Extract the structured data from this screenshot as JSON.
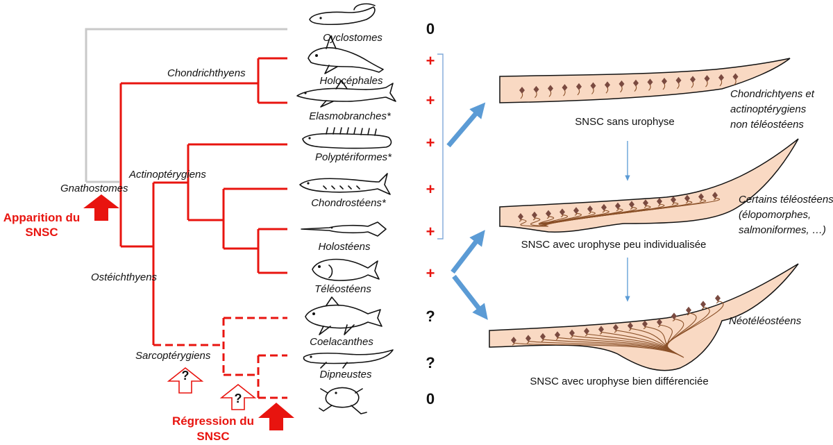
{
  "colors": {
    "red": "#e8140f",
    "grey": "#c9c9c9",
    "blue_arrow": "#5b9bd5",
    "tail_fill": "#f9d9c3",
    "fiber": "#8a5028",
    "neuron": "#7a4a40"
  },
  "tree": {
    "clades": {
      "gnathostomes": "Gnathostomes",
      "chondrichthyens": "Chondrichthyens",
      "actinopterygiens": "Actinoptérygiens",
      "osteichthyens": "Ostéichthyens",
      "sarcopterygiens": "Sarcoptérygiens"
    },
    "taxa": [
      {
        "name": "Cyclostomes",
        "mark": "0",
        "mark_color": "#111111"
      },
      {
        "name": "Holocéphales",
        "mark": "+",
        "mark_color": "#e8140f"
      },
      {
        "name": "Elasmobranches*",
        "mark": "+",
        "mark_color": "#e8140f"
      },
      {
        "name": "Polyptériformes*",
        "mark": "+",
        "mark_color": "#e8140f"
      },
      {
        "name": "Chondrostéens*",
        "mark": "+",
        "mark_color": "#e8140f"
      },
      {
        "name": "Holostéens",
        "mark": "+",
        "mark_color": "#e8140f"
      },
      {
        "name": "Téléostéens",
        "mark": "+",
        "mark_color": "#e8140f"
      },
      {
        "name": "Coelacanthes",
        "mark": "?",
        "mark_color": "#111111"
      },
      {
        "name": "Dipneustes",
        "mark": "?",
        "mark_color": "#111111"
      },
      {
        "name": "",
        "mark": "0",
        "mark_color": "#111111"
      }
    ],
    "apparition_line1": "Apparition du",
    "apparition_line2": "SNSC",
    "regression_line1": "Régression du",
    "regression_line2": "SNSC",
    "question_mark": "?"
  },
  "panels": [
    {
      "caption": "SNSC sans urophyse",
      "group_lines": [
        "Chondrichtyens et",
        "actinoptérygiens",
        "non téléostéens"
      ]
    },
    {
      "caption": "SNSC avec urophyse peu individualisée",
      "group_lines": [
        "Certains téléostéens",
        "(élopomorphes,",
        "salmoniformes, …)"
      ]
    },
    {
      "caption": "SNSC avec urophyse bien différenciée",
      "group_lines": [
        "Néotéléostéens"
      ]
    }
  ]
}
